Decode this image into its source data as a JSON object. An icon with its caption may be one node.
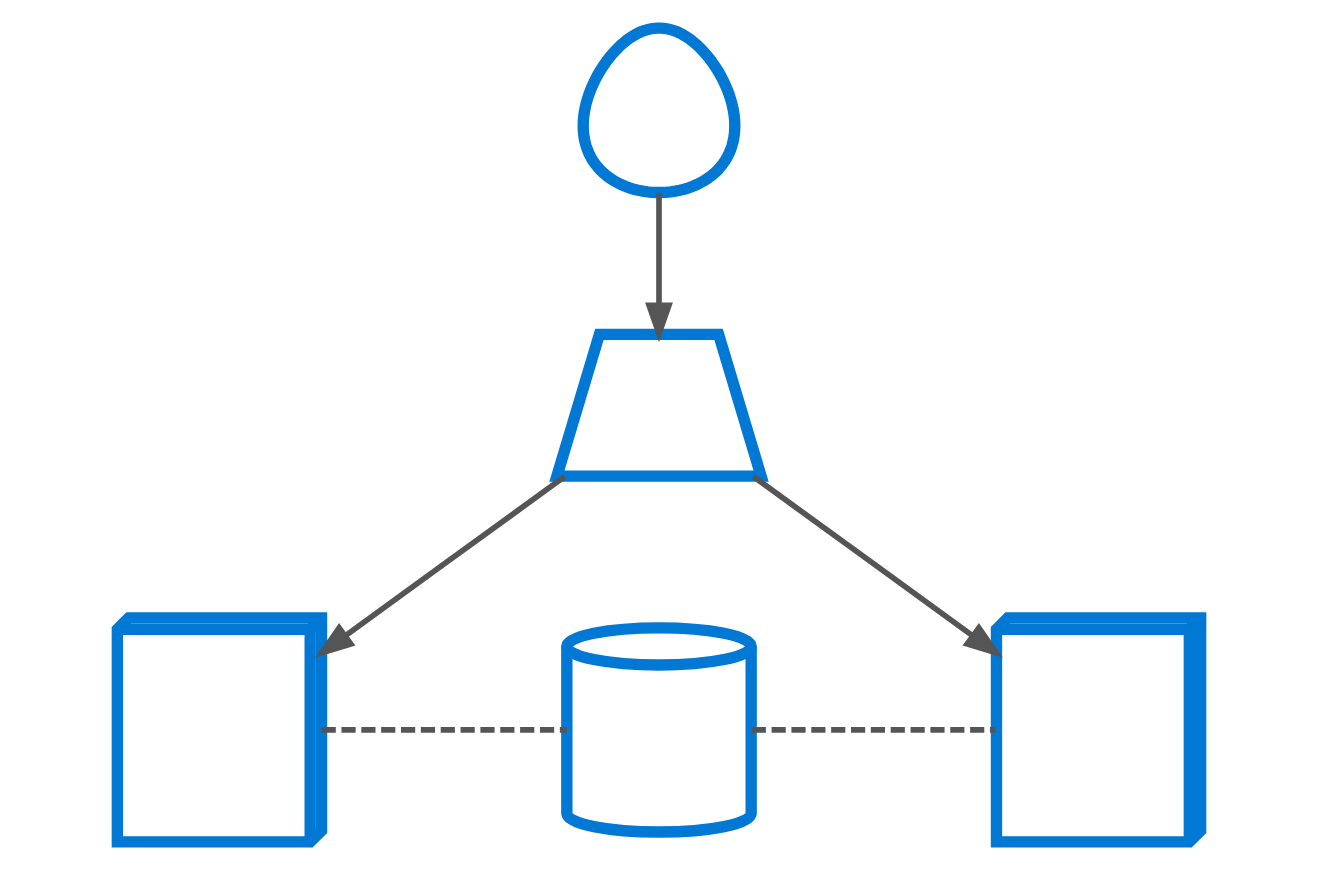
{
  "diagram": {
    "nodes": [
      {
        "text": [],
        "shape": "person"
      },
      {
        "text": [],
        "shape": "picture"
      },
      {
        "text": [],
        "shape": "picture"
      },
      {
        "text": [],
        "shape": "cylinder"
      },
      {
        "text": [],
        "shape": "picture"
      }
    ],
    "edges": [
      {
        "from": 0,
        "to": 1,
        "arrow": "to"
      },
      {
        "from": 1,
        "to": 2,
        "arrow": "to"
      },
      {
        "from": 1,
        "to": 4,
        "arrow": "to"
      },
      {
        "from": 2,
        "to": 3,
        "arrow": "none",
        "style": "dashed"
      },
      {
        "from": 3,
        "to": 4,
        "arrow": "none",
        "style": "dashed"
      }
    ]
  }
}
